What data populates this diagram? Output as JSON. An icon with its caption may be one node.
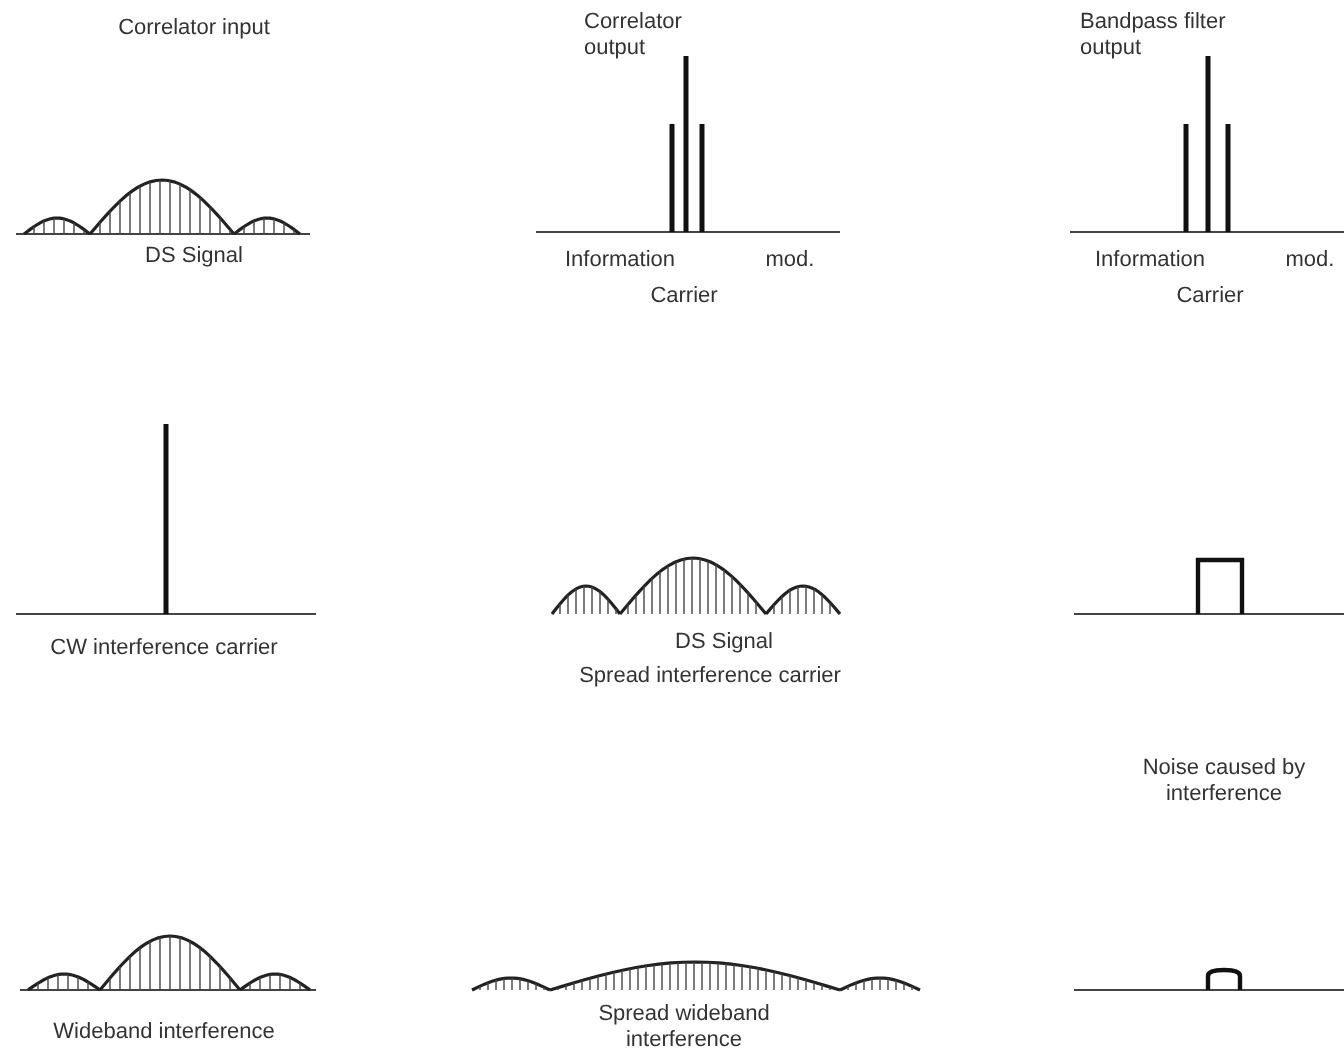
{
  "diagram": {
    "labels": [
      "Correlator input",
      "Correlator output",
      "Bandpass filter output",
      "DS Signal",
      "Information",
      "mod.",
      "Carrier",
      "Information",
      "mod.",
      "Carrier",
      "CW interference carrier",
      "DS Signal",
      "Spread interference carrier",
      "Noise caused by interference",
      "Wideband interference",
      "Spread wideband interference"
    ]
  }
}
